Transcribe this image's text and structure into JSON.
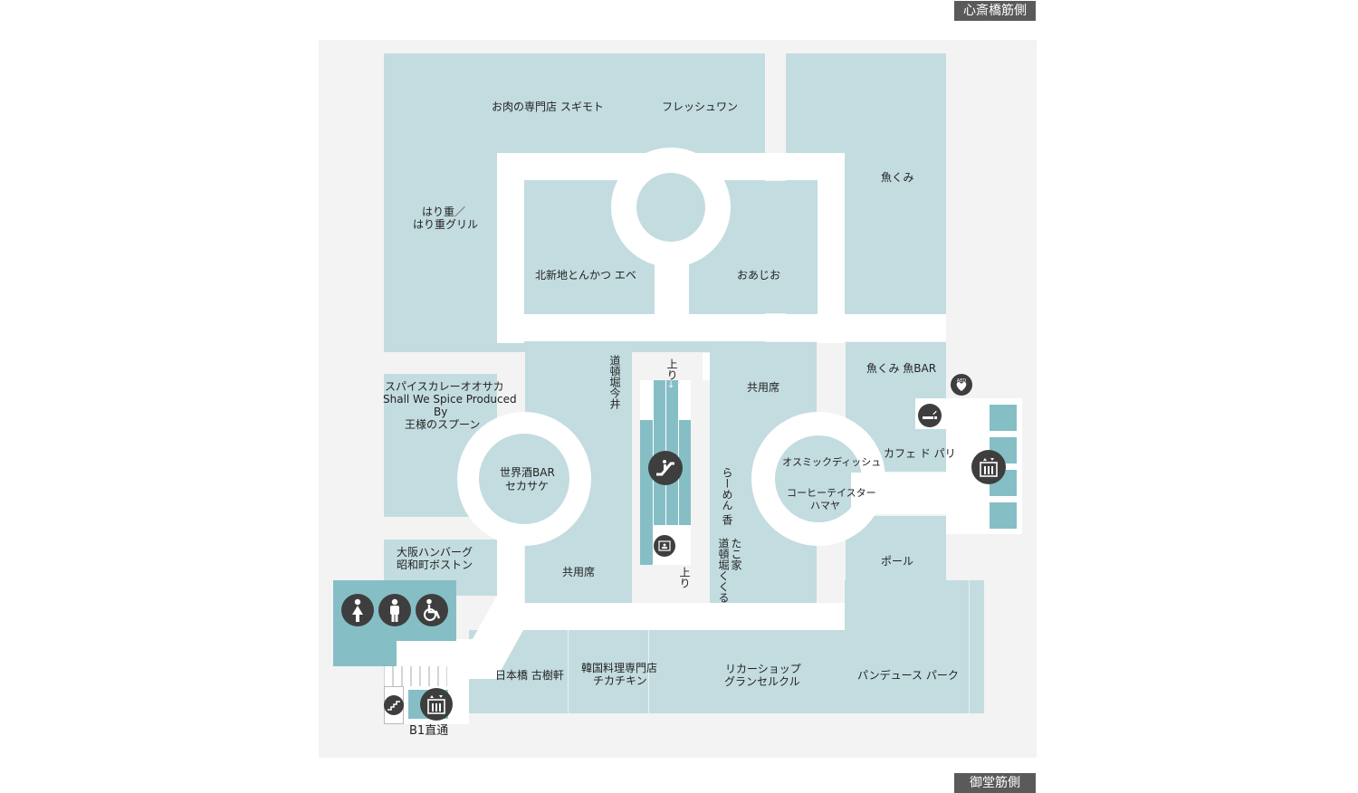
{
  "streets": {
    "top": "心斎橋筋側",
    "bottom": "御堂筋側"
  },
  "shops": {
    "sugimoto": "お肉の専門店 スギモト",
    "freshone": "フレッシュワン",
    "uokumi": "魚くみ",
    "harijyu_1": "はり重／",
    "harijyu_2": "はり重グリル",
    "ebe": "北新地とんかつ エベ",
    "oajio": "おあじお",
    "imai": "道頓堀今井",
    "kyoyo_1": "共用席",
    "uokumi_bar": "魚くみ 魚BAR",
    "spice_1": "スパイスカレーオオサカ",
    "spice_2": "Shall We Spice Produced",
    "spice_3": "By",
    "spice_4": "王様のスプーン",
    "sekasake_1": "世界酒BAR",
    "sekasake_2": "セカサケ",
    "osmic": "オスミックディッシュ",
    "hamaya_1": "コーヒーテイスター",
    "hamaya_2": "ハマヤ",
    "cafe_paris": "カフェ ド パリ",
    "ramen": "らーめん 香",
    "takoya": "たこ家",
    "kukuru": "道頓堀くくる",
    "paul": "ポール",
    "boston_1": "大阪ハンバーグ",
    "boston_2": "昭和町ボストン",
    "kyoyo_2": "共用席",
    "kojuken": "日本橋 古樹軒",
    "chikachikin_1": "韓国料理専門店",
    "chikachikin_2": "チカチキン",
    "liquor_1": "リカーショップ",
    "liquor_2": "グランセルクル",
    "pandeuce": "パンデュース パーク"
  },
  "escalator": {
    "up_top": "上り",
    "up_bottom": "上り"
  },
  "b1_direct": "B1直通",
  "aed_label": "AED",
  "colors": {
    "shop": "#c3dce0",
    "walkway": "#ffffff",
    "background": "#f3f3f3",
    "facility": "#86bec6",
    "icon": "#3e3e3e",
    "street_tag": "#5a5a5a"
  },
  "icons": [
    "female-toilet-icon",
    "male-toilet-icon",
    "wheelchair-icon",
    "elevator-icon",
    "escalator-icon",
    "smoking-icon",
    "aed-icon",
    "nursing-room-icon",
    "stairs-icon"
  ]
}
